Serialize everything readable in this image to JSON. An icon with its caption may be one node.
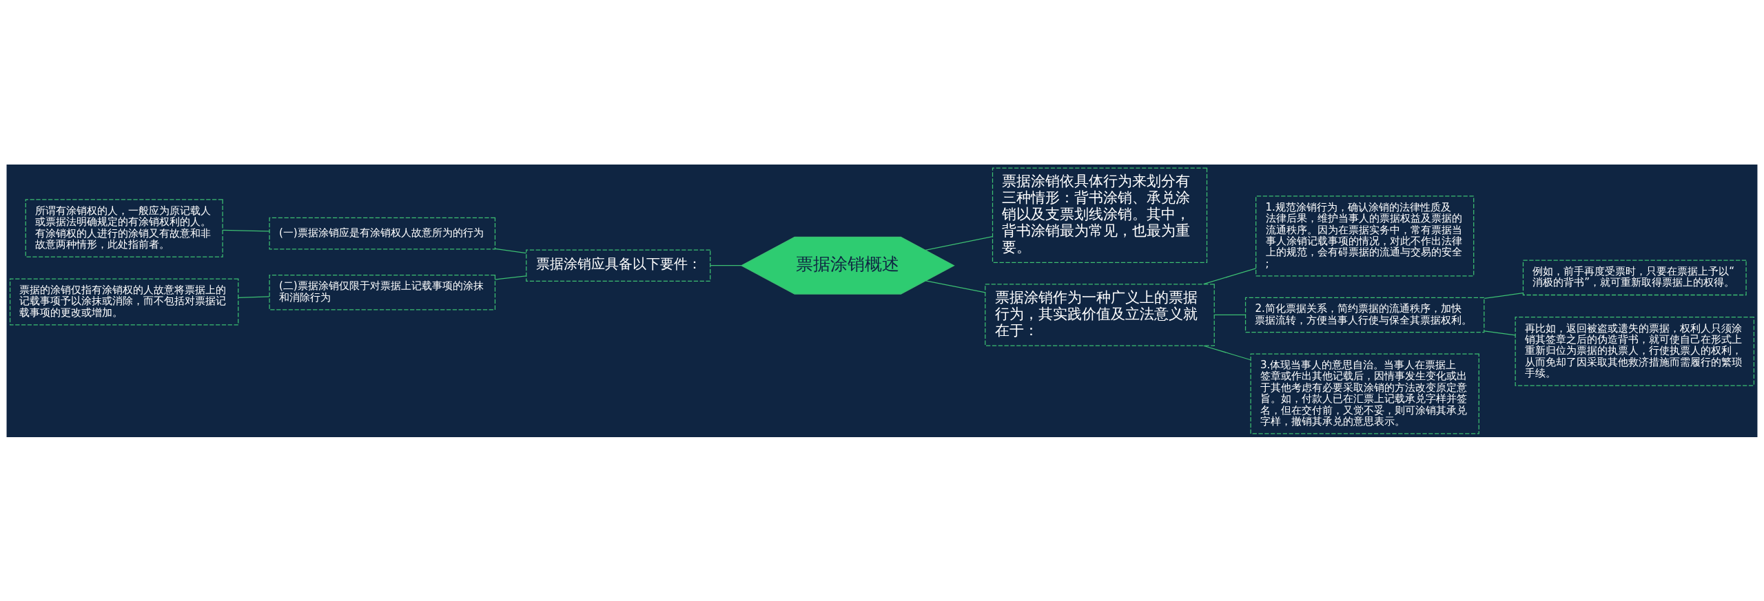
{
  "diagram": {
    "nodes": [
      {
        "text": [
          "票据涂销概述"
        ]
      },
      {
        "text": [
          "票据涂销应具备以下要件："
        ]
      },
      {
        "text": [
          "(一)票据涂销应是有涂销权人故意所为的行为"
        ]
      },
      {
        "text": [
          "所谓有涂销权的人，一般应为原记载人或票据法明确规定的有涂销权利的人。有涂销权的人进行的涂销又有故意和非故意两种情形，此处指前者。"
        ]
      },
      {
        "text": [
          "(二)票据涂销仅限于对票据上记载事项的涂抹和消除行为"
        ]
      },
      {
        "text": [
          "票据的涂销仅指有涂销权的人故意将票据上的记载事项予以涂抹或消除，而不包括对票据记载事项的更改或增加。"
        ]
      },
      {
        "text": [
          "票据涂销依具体行为来划分有三种情形：背书涂销、承兑涂销以及支票划线涂销。其中，背书涂销最为常见，也最为重要。"
        ]
      },
      {
        "text": [
          "票据涂销作为一种广义上的票据行为，其实践价值及立法意义就在于："
        ]
      },
      {
        "text": [
          "1.规范涂销行为，确认涂销的法律性质及法律后果，维护当事人的票据权益及票据的流通秩序。因为在票据实务中，常有票据当事人涂销记载事项的情况，对此不作出法律上的规范，会有碍票据的流通与交易的安全;"
        ]
      },
      {
        "text": [
          "2.简化票据关系，简约票据的流通秩序，加快票据流转，方便当事人行使与保全其票据权利。"
        ]
      },
      {
        "text": [
          "例如，前手再度受票时，只要在票据上予以“消极的背书”，就可重新取得票据上的权得。"
        ]
      },
      {
        "text": [
          "再比如，返回被盗或遗失的票据，权利人只须涂销其签章之后的伪造背书，就可使自己在形式上重新归位为票据的执票人，行使执票人的权利，从而免却了因采取其他救济措施而需履行的繁琐手续。"
        ]
      },
      {
        "text": [
          "3.体现当事人的意思自治。当事人在票据上签章或作出其他记载后，因情事发生变化或出于其他考虑有必要采取涂销的方法改变原定意旨。如，付款人已在汇票上记载承兑字样并签名，但在交付前，又觉不妥，则可涂销其承兑字样，撤销其承兑的意思表示。"
        ]
      }
    ],
    "edges": [
      {
        "from": 0,
        "to": 1,
        "arrow": "none"
      },
      {
        "from": 1,
        "to": 2,
        "arrow": "none"
      },
      {
        "from": 2,
        "to": 3,
        "arrow": "none"
      },
      {
        "from": 1,
        "to": 4,
        "arrow": "none"
      },
      {
        "from": 4,
        "to": 5,
        "arrow": "none"
      },
      {
        "from": 0,
        "to": 6,
        "arrow": "none"
      },
      {
        "from": 0,
        "to": 7,
        "arrow": "none"
      },
      {
        "from": 7,
        "to": 8,
        "arrow": "none"
      },
      {
        "from": 7,
        "to": 9,
        "arrow": "none"
      },
      {
        "from": 9,
        "to": 10,
        "arrow": "none"
      },
      {
        "from": 9,
        "to": 11,
        "arrow": "none"
      },
      {
        "from": 7,
        "to": 12,
        "arrow": "none"
      }
    ]
  }
}
